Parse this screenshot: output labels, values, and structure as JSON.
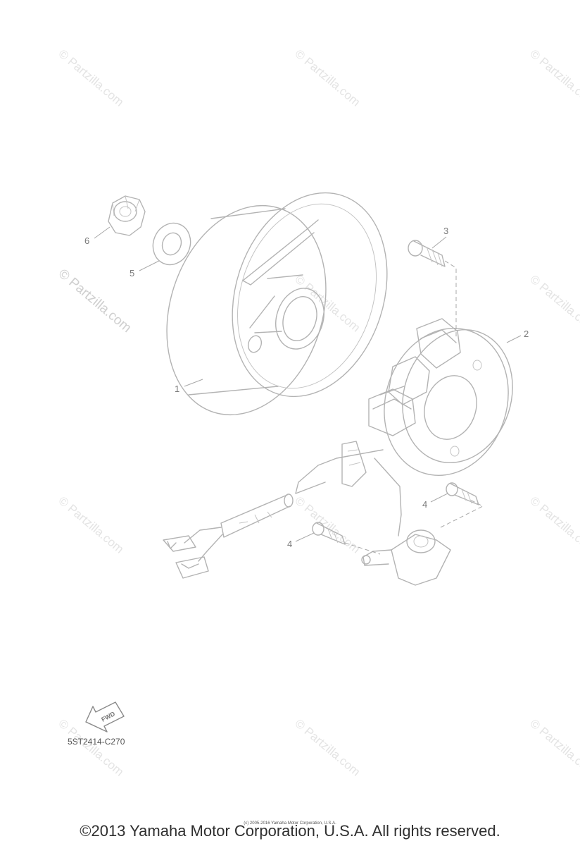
{
  "watermark": "© Partzilla.com",
  "callouts": {
    "c1": "1",
    "c2": "2",
    "c3": "3",
    "c4a": "4",
    "c4b": "4",
    "c5": "5",
    "c6": "6"
  },
  "diagram_code": "5ST2414-C270",
  "fwd_label": "FWD",
  "copyright_small": "(c) 2005-2016 Yamaha Motor Corporation, U.S.A.",
  "copyright": "©2013 Yamaha Motor Corporation, U.S.A. All rights reserved."
}
